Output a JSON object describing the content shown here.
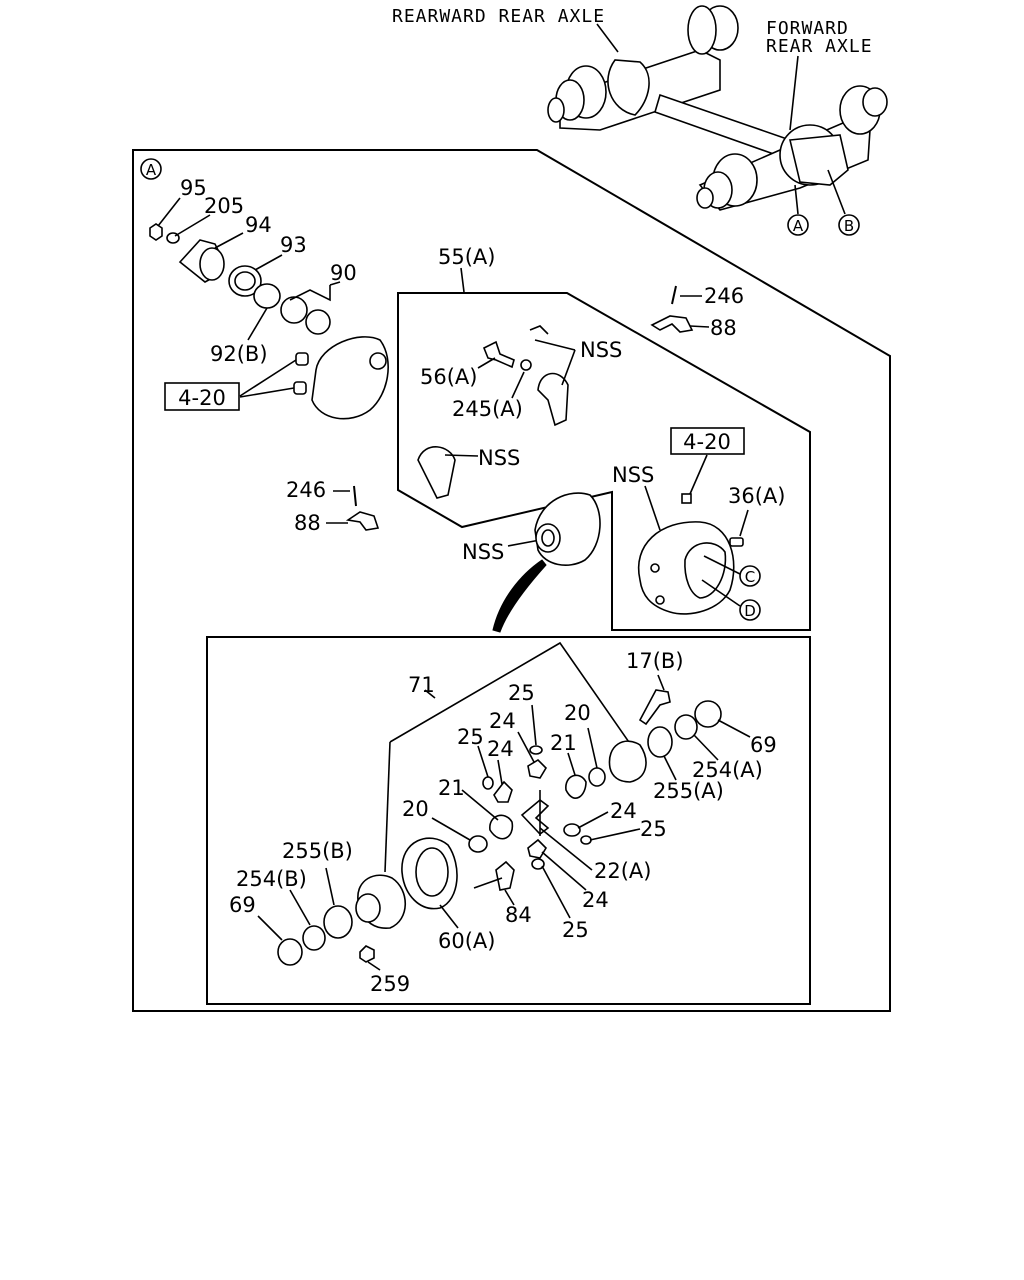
{
  "header": {
    "rearward_rear_axle": "REARWARD REAR AXLE",
    "forward_rear_axle_1": "FORWARD",
    "forward_rear_axle_2": "REAR AXLE"
  },
  "refs": {
    "a": "A",
    "b": "B",
    "c": "C",
    "d": "D",
    "box_4_20": "4-20"
  },
  "labels": {
    "p95": "95",
    "p205": "205",
    "p94": "94",
    "p93": "93",
    "p90": "90",
    "p92b": "92(B)",
    "p246_top": "246",
    "p88_top": "88",
    "p55a": "55(A)",
    "p56a": "56(A)",
    "p245a": "245(A)",
    "nss_1": "NSS",
    "nss_2": "NSS",
    "nss_3": "NSS",
    "nss_4": "NSS",
    "p36a": "36(A)",
    "p246_mid": "246",
    "p88_mid": "88",
    "p71": "71",
    "p17b": "17(B)",
    "p25_a": "25",
    "p24_a": "24",
    "p25_b": "25",
    "p24_b": "24",
    "p20_a": "20",
    "p21_a": "21",
    "p69_r": "69",
    "p254a": "254(A)",
    "p255a": "255(A)",
    "p21_b": "21",
    "p20_b": "20",
    "p24_c": "24",
    "p25_c": "25",
    "p22a": "22(A)",
    "p24_d": "24",
    "p25_d": "25",
    "p84": "84",
    "p60a": "60(A)",
    "p255b": "255(B)",
    "p254b": "254(B)",
    "p69_l": "69",
    "p259": "259"
  }
}
